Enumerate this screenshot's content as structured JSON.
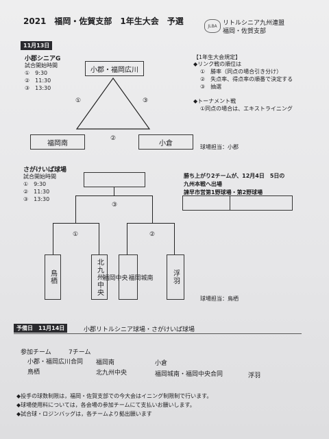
{
  "header": {
    "title": "2021　福岡・佐賀支部　1年生大会　予選",
    "org_line1": "リトルシニア九州連盟",
    "org_line2": "福岡・佐賀支部",
    "logo_text": "JLBA"
  },
  "day1": {
    "date": "11月13日",
    "venue_a": {
      "name": "小郡シニアG",
      "time_label": "試合開始時間",
      "times": [
        "①　9:30",
        "②　11:30",
        "③　13:30"
      ],
      "teams": [
        "小郡・福岡広川",
        "福岡南",
        "小倉"
      ],
      "match_labels": [
        "①",
        "②",
        "③"
      ],
      "umpire": "球場担当：小郡"
    },
    "rules": {
      "title": "【1年生大会規定】",
      "league_head": "◆リンク戦の順位は",
      "league_items": [
        "①　勝率（同点の場合引き分け）",
        "②　失点率、得点率の順番で決定する",
        "③　抽選"
      ],
      "tournament_head": "◆トーナメント戦",
      "tournament_item": "①同点の場合は、エキストライニング"
    },
    "venue_b": {
      "name": "さがけいば球場",
      "time_label": "試合開始時間",
      "times": [
        "①　9:30",
        "②　11:30",
        "③　13:30"
      ],
      "teams": [
        "鳥栖",
        "北九州中央",
        "福岡城南",
        "福岡中央",
        "浮羽"
      ],
      "match_labels": [
        "①",
        "②",
        "③"
      ],
      "umpire": "球場担当：鳥栖"
    },
    "advance": {
      "line1": "勝ち上がり2チームが、12月4日　5日の",
      "line2": "九州本戦へ出場",
      "line3": "諫早市営第1野球場・第2野球場"
    }
  },
  "day2": {
    "label": "予備日",
    "date": "11月14日",
    "venues": "小郡リトルシニア球場・さがけいば球場"
  },
  "participants": {
    "label": "参加チーム",
    "count": "7チーム",
    "teams": [
      "小郡・福岡広川合同",
      "福岡南",
      "小倉",
      "鳥栖",
      "北九州中央",
      "福岡城南・福岡中央合同",
      "浮羽"
    ]
  },
  "notes": [
    "◆投手の球数制限は，福岡・佐賀支部での今大会はイニング制限制で行います。",
    "◆球場使用料については，各会場の参加チームにて支払いお願いします。",
    "◆試合球・ロジンバッグは，各チームより拠出願います"
  ]
}
